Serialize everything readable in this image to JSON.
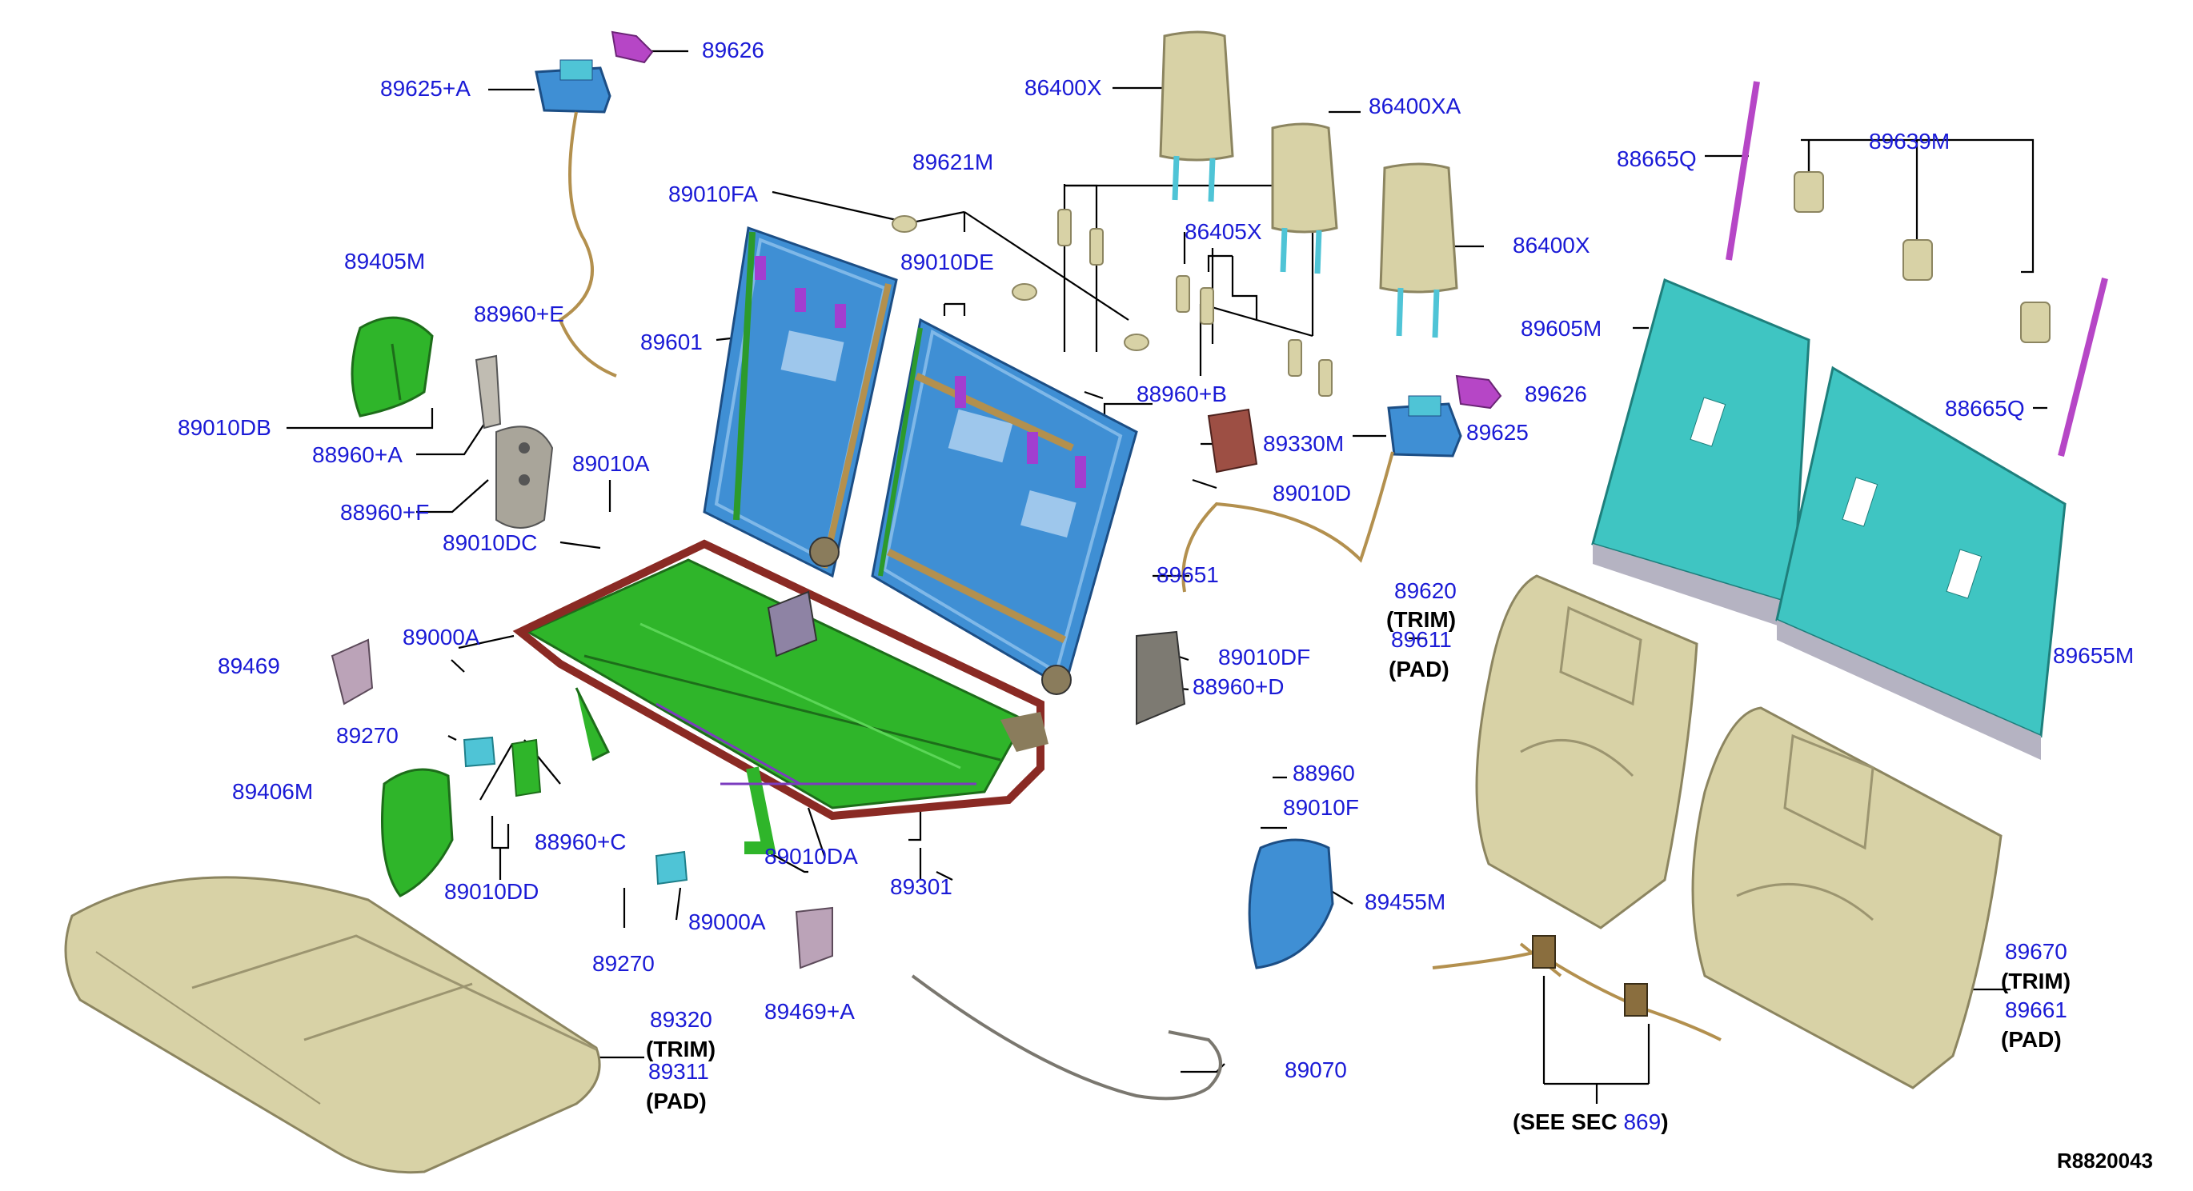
{
  "figure_id": "R8820043",
  "colors": {
    "label": "#1a1ad6",
    "frame": "#3f8fd4",
    "green": "#2fb52a",
    "beige": "#d8d2a6",
    "teal": "#3fc5c2",
    "magenta": "#b646c6",
    "leader": "#000000"
  },
  "labels": {
    "p89626a": "89626",
    "p89625a": "89625+A",
    "p86400x1": "86400X",
    "p86400xa": "86400XA",
    "p86400x2": "86400X",
    "p88665q1": "88665Q",
    "p89639m": "89639M",
    "p89621m": "89621M",
    "p89010fa": "89010FA",
    "p89010de": "89010DE",
    "p86405x": "86405X",
    "p89405m": "89405M",
    "p88960e": "88960+E",
    "p89601": "89601",
    "p89605m": "89605M",
    "p88960b": "88960+B",
    "p89626b": "89626",
    "p88665q2": "88665Q",
    "p89010db": "89010DB",
    "p88960a": "88960+A",
    "p89330m": "89330M",
    "p89625": "89625",
    "p89010a": "89010A",
    "p88960f": "88960+F",
    "p89010d": "89010D",
    "p89010dc": "89010DC",
    "p89651": "89651",
    "p89620": "89620",
    "p89620trim": "(TRIM)",
    "p89611": "89611",
    "p89611pad": "(PAD)",
    "p89469": "89469",
    "p89000a1": "89000A",
    "p89010df": "89010DF",
    "p88960d": "88960+D",
    "p89655m": "89655M",
    "p89270a": "89270",
    "p88960": "88960",
    "p89406m": "89406M",
    "p89010f": "89010F",
    "p88960c": "88960+C",
    "p89010dd": "89010DD",
    "p89010da": "89010DA",
    "p89301": "89301",
    "p89455m": "89455M",
    "p89270b": "89270",
    "p89000a2": "89000A",
    "p89670": "89670",
    "p89670trim": "(TRIM)",
    "p89469a": "89469+A",
    "p89661": "89661",
    "p89661pad": "(PAD)",
    "p89320": "89320",
    "p89320trim": "(TRIM)",
    "p89311": "89311",
    "p89311pad": "(PAD)",
    "p89070": "89070",
    "seesec_pre": "(SEE SEC ",
    "seesec_num": "869",
    "seesec_post": ")"
  }
}
